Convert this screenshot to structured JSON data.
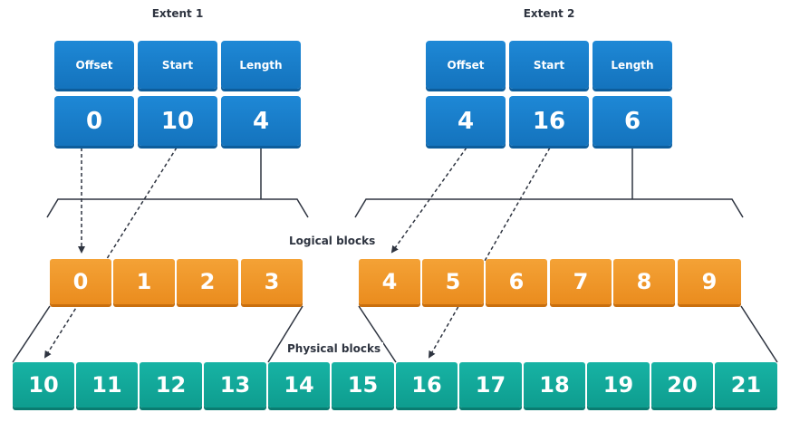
{
  "extents": [
    {
      "title": "Extent 1",
      "headers": [
        "Offset",
        "Start",
        "Length"
      ],
      "values": [
        "0",
        "10",
        "4"
      ]
    },
    {
      "title": "Extent 2",
      "headers": [
        "Offset",
        "Start",
        "Length"
      ],
      "values": [
        "4",
        "16",
        "6"
      ]
    }
  ],
  "logical_label": "Logical blocks",
  "physical_label": "Physical blocks",
  "logical_blocks": [
    "0",
    "1",
    "2",
    "3",
    "4",
    "5",
    "6",
    "7",
    "8",
    "9"
  ],
  "physical_blocks": [
    "10",
    "11",
    "12",
    "13",
    "14",
    "15",
    "16",
    "17",
    "18",
    "19",
    "20",
    "21"
  ],
  "colors": {
    "extent_box": "#1a7fcc",
    "logical_block": "#f0961f",
    "physical_block": "#12a898",
    "lines": "#2e3440"
  }
}
